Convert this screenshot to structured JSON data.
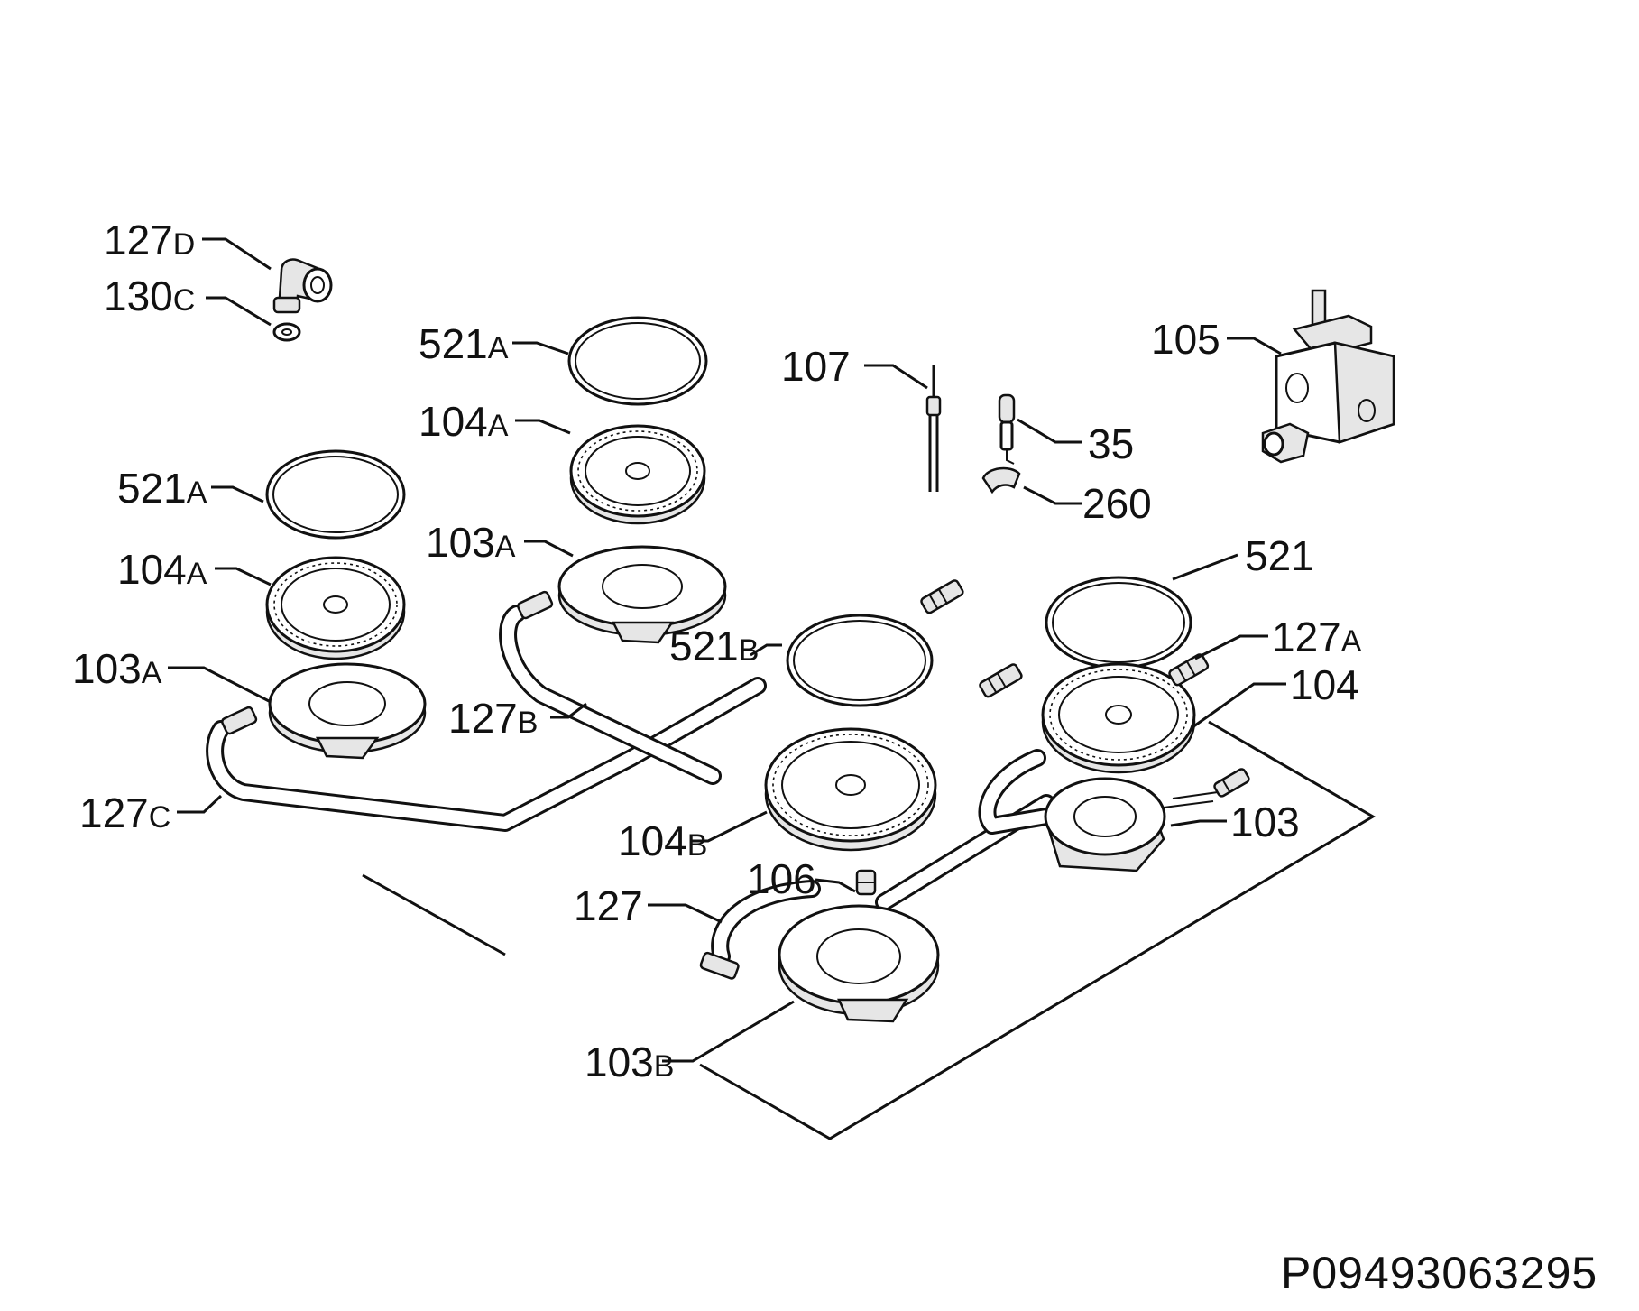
{
  "drawing_code": "P09493063295",
  "callouts": [
    {
      "num": "127",
      "suffix": "D"
    },
    {
      "num": "130",
      "suffix": "C"
    },
    {
      "num": "521",
      "suffix": "A"
    },
    {
      "num": "104",
      "suffix": "A"
    },
    {
      "num": "521",
      "suffix": "A"
    },
    {
      "num": "104",
      "suffix": "A"
    },
    {
      "num": "103",
      "suffix": "A"
    },
    {
      "num": "103",
      "suffix": "A"
    },
    {
      "num": "127",
      "suffix": "B"
    },
    {
      "num": "127",
      "suffix": "C"
    },
    {
      "num": "107",
      "suffix": ""
    },
    {
      "num": "35",
      "suffix": ""
    },
    {
      "num": "260",
      "suffix": ""
    },
    {
      "num": "105",
      "suffix": ""
    },
    {
      "num": "521",
      "suffix": ""
    },
    {
      "num": "521",
      "suffix": "B"
    },
    {
      "num": "127",
      "suffix": "A"
    },
    {
      "num": "104",
      "suffix": ""
    },
    {
      "num": "104",
      "suffix": "B"
    },
    {
      "num": "103",
      "suffix": ""
    },
    {
      "num": "106",
      "suffix": ""
    },
    {
      "num": "127",
      "suffix": ""
    },
    {
      "num": "103",
      "suffix": "B"
    }
  ]
}
